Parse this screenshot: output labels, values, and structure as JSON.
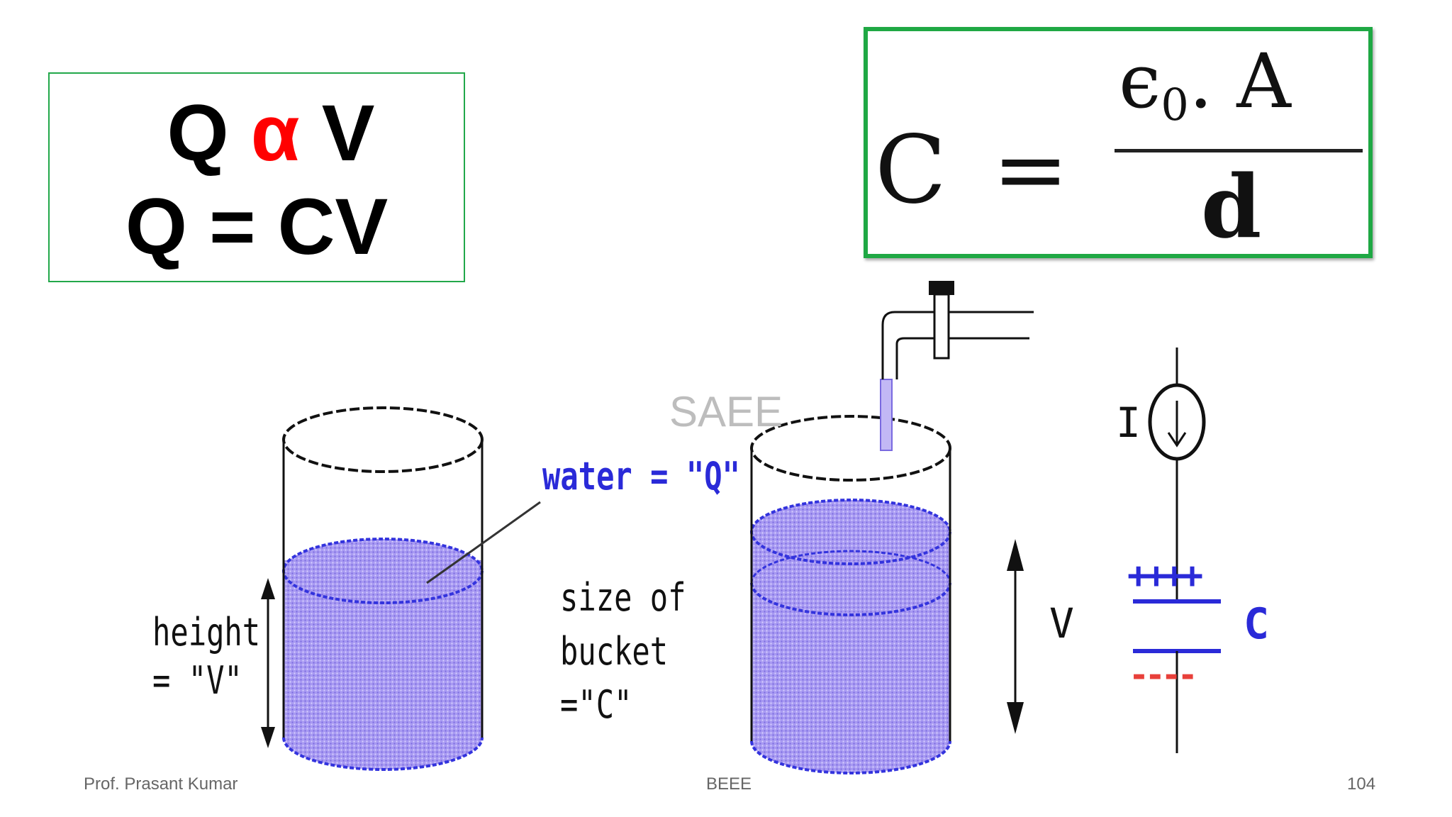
{
  "formula_box": {
    "line1_left": "Q ",
    "line1_alpha": "α",
    "line1_right": " V",
    "line2": "Q = CV"
  },
  "capacitance_formula": {
    "lhs": "C",
    "equals": "=",
    "numerator_epsilon": "ϵ",
    "numerator_sub": "0",
    "numerator_rest": ". A",
    "denominator": "d"
  },
  "diagram": {
    "height_label_1": "height",
    "height_label_2": "= \"V\"",
    "water_label": "water = \"Q\"",
    "size_label_1": "size of",
    "size_label_2": "bucket",
    "size_label_3": "=\"C\"",
    "v_label": "V",
    "current_label": "I",
    "plus_signs": "++++",
    "minus_signs": "----",
    "cap_label": "C"
  },
  "watermark": "SAEE",
  "footer": {
    "author": "Prof. Prasant Kumar",
    "course": "BEEE",
    "page": "104"
  },
  "colors": {
    "alpha": "#ff0000",
    "box_border": "#22a84a",
    "water": "#9b8cf0",
    "blue_label": "#2a2ad8",
    "minus_red": "#e8403a"
  }
}
